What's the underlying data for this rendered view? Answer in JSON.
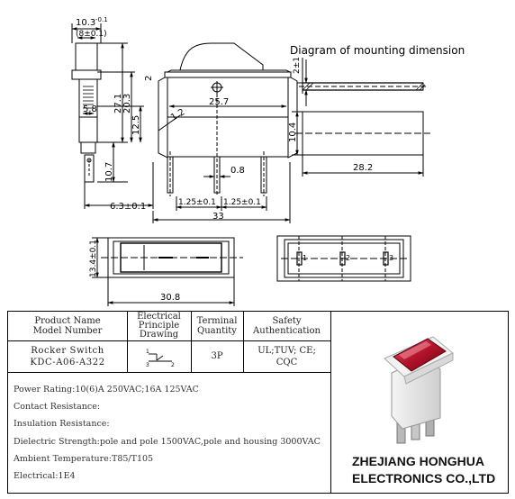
{
  "drawing": {
    "mounting_title": "Diagram of mounting dimension",
    "dims": {
      "width_top": "10.3",
      "width_top_tol": "-0.1",
      "inner_width": "(8±0.1)",
      "d2": "2",
      "d58": "5.8",
      "d271": "27.1",
      "d203": "20.3",
      "d125": "12.5",
      "d107": "10.7",
      "d63": "6.3±0.1",
      "d257": "25.7",
      "d12": "1.2",
      "d08": "0.8",
      "d125a": "1.25±0.1",
      "d125b": "1.25±0.1",
      "d33": "33",
      "d2pm1": "2±1",
      "d104": "10.4",
      "d282": "28.2",
      "d134": "13.4±0.1",
      "d308": "30.8",
      "pin1": "1",
      "pin2": "2",
      "pin3": "3"
    }
  },
  "table": {
    "headers": {
      "product": "Product Name",
      "model": "Model Number",
      "electrical1": "Electrical",
      "electrical2": "Principle",
      "electrical3": "Drawing",
      "terminal1": "Terminal",
      "terminal2": "Quantity",
      "safety1": "Safety",
      "safety2": "Authentication"
    },
    "values": {
      "product_name": "Rocker Switch",
      "model_number": "KDC-A06-A322",
      "terminal_qty": "3P",
      "safety1": "UL;TUV; CE;",
      "safety2": "CQC"
    },
    "specs": [
      "Power Rating:10(6)A 250VAC;16A 125VAC",
      "Contact Resistance:",
      "Insulation Resistance:",
      "Dielectric Strength:pole and pole 1500VAC,pole and housing 3000VAC",
      "Ambient Temperature:T85/T105",
      "Electrical:1E4"
    ],
    "company_line1": "ZHEJIANG HONGHUA",
    "company_line2": "ELECTRONICS CO.,LTD",
    "schematic_pins": [
      "1",
      "2",
      "3"
    ]
  }
}
